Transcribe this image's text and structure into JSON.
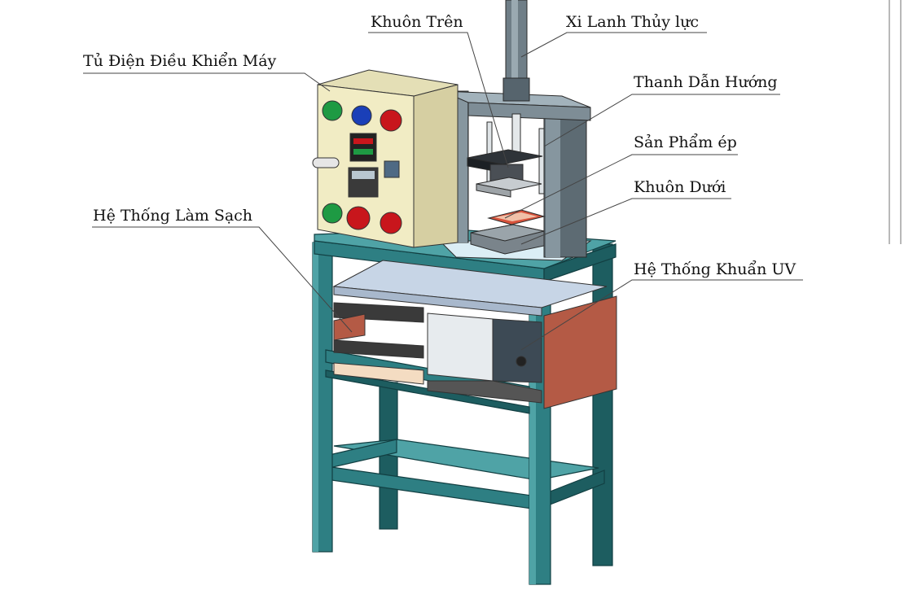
{
  "labels": {
    "control_cabinet": "Tủ Điện Điều Khiển Máy",
    "upper_mold": "Khuôn Trên",
    "hydraulic_cylinder": "Xi Lanh Thủy lực",
    "guide_bar": "Thanh Dẫn Hướng",
    "pressed_product": "Sản Phẩm ép",
    "lower_mold": "Khuôn Dưới",
    "cleaning_system": "Hệ Thống Làm Sạch",
    "uv_sterilization": "Hệ Thống Khuẩn UV"
  },
  "colors": {
    "frame": "#2e7f83",
    "frame_dark": "#1d5d60",
    "frame_light": "#4fa3a6",
    "cabinet": "#f1ecc4",
    "cabinet_shade": "#d6cfa2",
    "press_frame": "#5d6b73",
    "press_light": "#a2b2bb",
    "uv_panel": "#b45a45",
    "tray": "#c7d5e6",
    "glass": "#e7ebee",
    "button_green": "#1e9a43",
    "button_blue": "#1a3fb8",
    "button_red": "#c8161c"
  }
}
